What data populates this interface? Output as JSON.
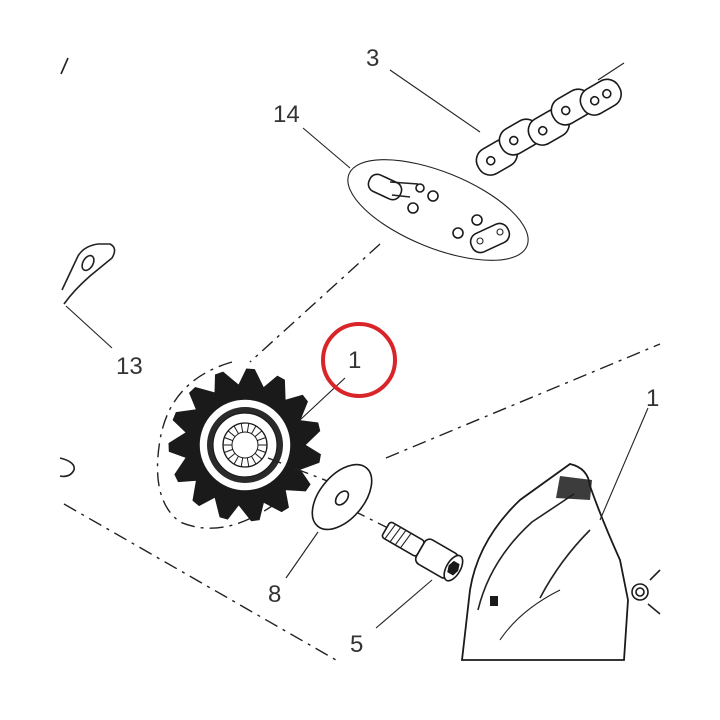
{
  "callouts": [
    {
      "id": "chain",
      "label": "3"
    },
    {
      "id": "link-kit",
      "label": "14"
    },
    {
      "id": "bracket",
      "label": "13"
    },
    {
      "id": "sprocket",
      "label": "1"
    },
    {
      "id": "cover",
      "label": "1"
    },
    {
      "id": "washer",
      "label": "8"
    },
    {
      "id": "bolt",
      "label": "5"
    }
  ],
  "highlight": {
    "target": "sprocket",
    "color": "#d9252a"
  }
}
